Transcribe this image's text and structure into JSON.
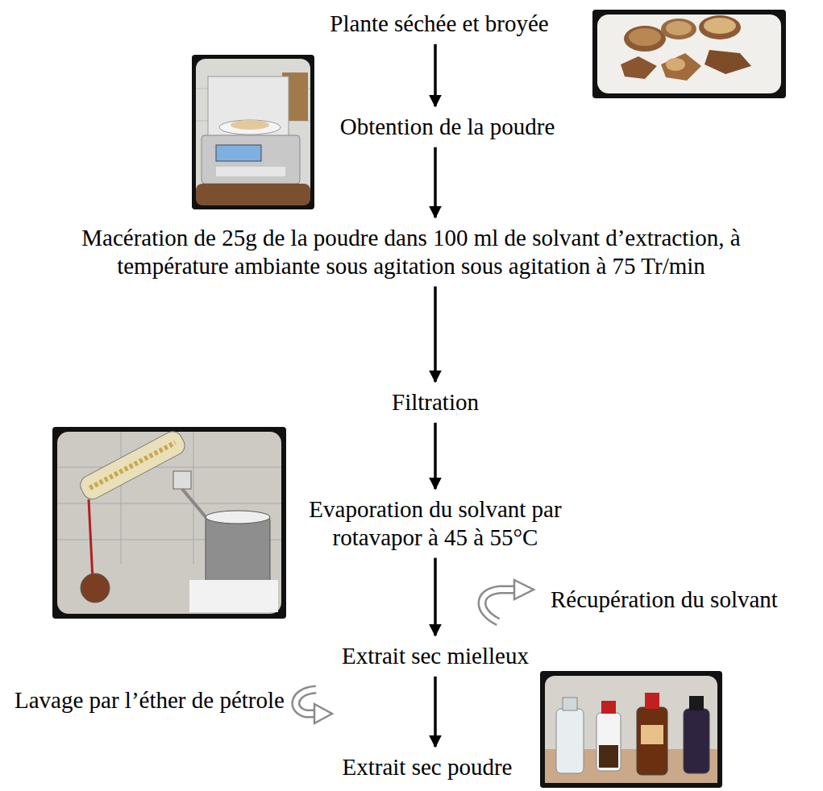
{
  "diagram": {
    "nodes": [
      {
        "text": [
          "Plante séchée et broyée"
        ]
      },
      {
        "text": [
          "Obtention de la poudre"
        ]
      },
      {
        "text": [
          "Macération de 25g de la poudre dans 100 ml de solvant d’extraction, à température ambiante sous agitation sous agitation à 75 Tr/min"
        ]
      },
      {
        "text": [
          "Filtration"
        ]
      },
      {
        "text": [
          "Evaporation du solvant par rotavapor à 45 à 55°C"
        ]
      },
      {
        "text": [
          "Extrait sec mielleux"
        ]
      },
      {
        "text": [
          "Extrait sec poudre"
        ]
      }
    ],
    "edges": [
      {
        "from": 0,
        "to": 1,
        "arrow": "to"
      },
      {
        "from": 1,
        "to": 2,
        "arrow": "to"
      },
      {
        "from": 2,
        "to": 3,
        "arrow": "to"
      },
      {
        "from": 3,
        "to": 4,
        "arrow": "to"
      },
      {
        "from": 4,
        "to": 5,
        "arrow": "to"
      },
      {
        "from": 5,
        "to": 6,
        "arrow": "to"
      }
    ],
    "labels": [
      "Récupération du solvant",
      "Lavage par l’éther de pétrole"
    ]
  }
}
